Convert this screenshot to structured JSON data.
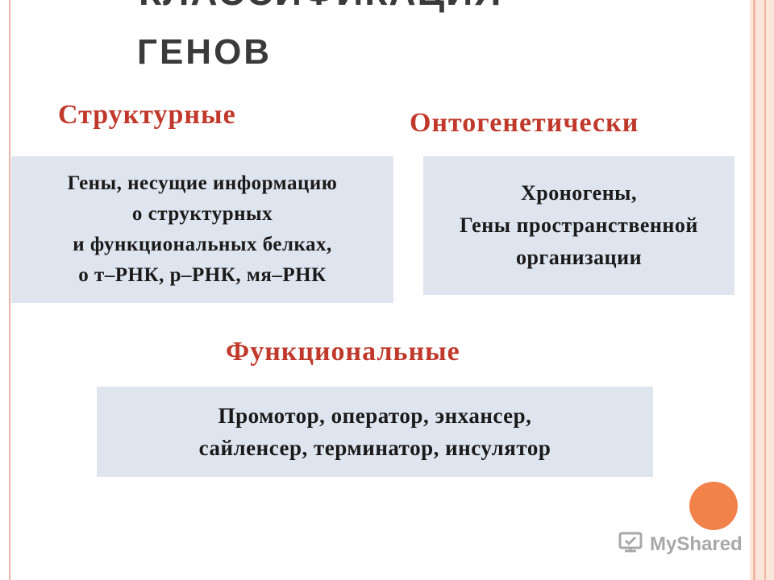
{
  "slide": {
    "title_line1": "Классификация",
    "title_line2": "генов"
  },
  "structural": {
    "heading": "Структурные",
    "lines": [
      "Гены, несущие информацию",
      "о структурных",
      "и функциональных белках,",
      "о   т–РНК, р–РНК, мя–РНК"
    ]
  },
  "ontogenetic": {
    "heading": "Онтогенетически",
    "lines": [
      "Хроногены,",
      "Гены пространственной",
      "организации"
    ]
  },
  "functional": {
    "heading": "Функциональные",
    "lines": [
      "Промотор, оператор, энхансер,",
      "сайленсер, терминатор, инсулятор"
    ]
  },
  "watermark": {
    "text": "MyShared",
    "icon": "shared-logo-icon"
  },
  "colors": {
    "heading": "#c0392b",
    "box": "#dfe5ef",
    "accent_circle": "#f0824a",
    "frame": "#f2b7a3"
  }
}
